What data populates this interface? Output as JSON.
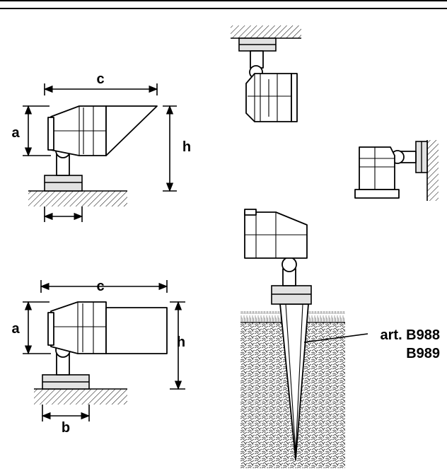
{
  "labels": {
    "top_width": "c",
    "top_height_a": "a",
    "top_height_h": "h",
    "bottom_width": "c",
    "bottom_height_a": "a",
    "bottom_height_h": "h",
    "bottom_base": "b"
  },
  "callout": {
    "line1": "art. B988",
    "line2": "B989"
  }
}
